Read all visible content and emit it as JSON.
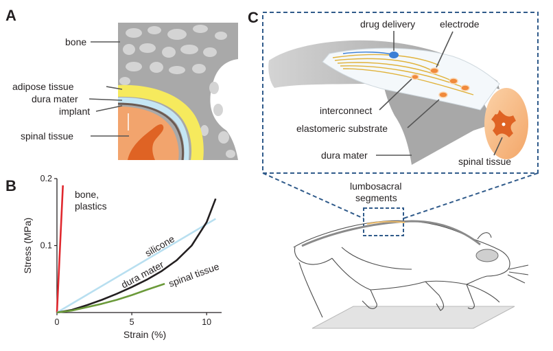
{
  "panels": {
    "a": "A",
    "b": "B",
    "c": "C"
  },
  "panel_a": {
    "labels": {
      "bone": "bone",
      "adipose": "adipose tissue",
      "dura": "dura mater",
      "implant": "implant",
      "spinal": "spinal tissue"
    },
    "colors": {
      "bone": "#a7a7a7",
      "adipose": "#f6ea5d",
      "dura": "#6b5a52",
      "implant": "#bfe4f2",
      "spinal": "#f2a46d",
      "grey_matter": "#df6324"
    }
  },
  "panel_c": {
    "labels": {
      "drug": "drug delivery",
      "electrode": "electrode",
      "interconnect": "interconnect",
      "substrate": "elastomeric substrate",
      "dura": "dura mater",
      "spinal": "spinal tissue",
      "lumbosacral_1": "lumbosacral",
      "lumbosacral_2": "segments"
    },
    "colors": {
      "box": "#2f5a8a",
      "electrode": "#f08a3c",
      "drug": "#3c7fd6",
      "wire": "#e0b23a"
    }
  },
  "chart_data": {
    "type": "line",
    "xlabel": "Strain (%)",
    "ylabel": "Stress (MPa)",
    "xlim": [
      0,
      11
    ],
    "ylim": [
      0,
      0.2
    ],
    "xticks": [
      0,
      5,
      10
    ],
    "yticks": [
      0.1,
      0.2
    ],
    "xtick_labels": [
      "0",
      "5",
      "10"
    ],
    "ytick_labels": [
      "0.1",
      "0.2"
    ],
    "series": [
      {
        "name": "bone, plastics",
        "label_lines": [
          "bone,",
          "plastics"
        ],
        "color": "#e0282e",
        "x": [
          0,
          0.4
        ],
        "y": [
          0,
          0.19
        ]
      },
      {
        "name": "silicone",
        "color": "#b8dff0",
        "x": [
          0,
          10.6
        ],
        "y": [
          0,
          0.14
        ]
      },
      {
        "name": "dura mater",
        "color": "#231f20",
        "x": [
          0,
          1,
          2,
          3,
          4,
          5,
          6,
          7,
          8,
          9,
          10,
          10.6
        ],
        "y": [
          0,
          0.004,
          0.011,
          0.019,
          0.028,
          0.038,
          0.049,
          0.062,
          0.078,
          0.1,
          0.135,
          0.17
        ]
      },
      {
        "name": "spinal tissue",
        "color": "#6b9a3a",
        "x": [
          0,
          1,
          2,
          3,
          4,
          5,
          6,
          7.2
        ],
        "y": [
          0,
          0.003,
          0.008,
          0.013,
          0.019,
          0.026,
          0.034,
          0.043
        ]
      }
    ]
  }
}
